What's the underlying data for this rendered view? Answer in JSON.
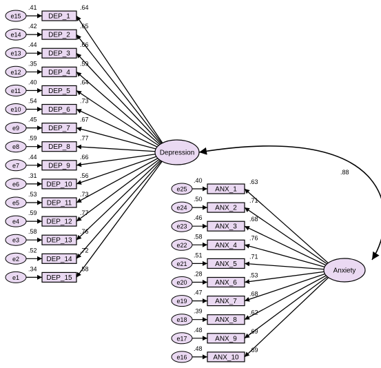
{
  "depression": {
    "label": "Depression",
    "indicators": [
      {
        "error": "e15",
        "item": "DEP_1",
        "r2": ".41",
        "loading": ".64"
      },
      {
        "error": "e14",
        "item": "DEP_2",
        "r2": ".42",
        "loading": ".65"
      },
      {
        "error": "e13",
        "item": "DEP_3",
        "r2": ".44",
        "loading": ".66"
      },
      {
        "error": "e12",
        "item": "DEP_4",
        "r2": ".35",
        "loading": ".59"
      },
      {
        "error": "e11",
        "item": "DEP_5",
        "r2": ".40",
        "loading": ".64"
      },
      {
        "error": "e10",
        "item": "DEP_6",
        "r2": ".54",
        "loading": ".73"
      },
      {
        "error": "e9",
        "item": "DEP_7",
        "r2": ".45",
        "loading": ".67"
      },
      {
        "error": "e8",
        "item": "DEP_8",
        "r2": ".59",
        "loading": ".77"
      },
      {
        "error": "e7",
        "item": "DEP_9",
        "r2": ".44",
        "loading": ".66"
      },
      {
        "error": "e6",
        "item": "DEP_10",
        "r2": ".31",
        "loading": ".56"
      },
      {
        "error": "e5",
        "item": "DEP_11",
        "r2": ".53",
        "loading": ".73"
      },
      {
        "error": "e4",
        "item": "DEP_12",
        "r2": ".59",
        "loading": ".77"
      },
      {
        "error": "e3",
        "item": "DEP_13",
        "r2": ".58",
        "loading": ".76"
      },
      {
        "error": "e2",
        "item": "DEP_14",
        "r2": ".52",
        "loading": ".72"
      },
      {
        "error": "e1",
        "item": "DEP_15",
        "r2": ".34",
        "loading": ".58"
      }
    ]
  },
  "anxiety": {
    "label": "Anxiety",
    "indicators": [
      {
        "error": "e25",
        "item": "ANX_1",
        "r2": ".40",
        "loading": ".63"
      },
      {
        "error": "e24",
        "item": "ANX_2",
        "r2": ".50",
        "loading": ".71"
      },
      {
        "error": "e23",
        "item": "ANX_3",
        "r2": ".46",
        "loading": ".68"
      },
      {
        "error": "e22",
        "item": "ANX_4",
        "r2": ".58",
        "loading": ".76"
      },
      {
        "error": "e21",
        "item": "ANX_5",
        "r2": ".51",
        "loading": ".71"
      },
      {
        "error": "e20",
        "item": "ANX_6",
        "r2": ".28",
        "loading": ".53"
      },
      {
        "error": "e19",
        "item": "ANX_7",
        "r2": ".47",
        "loading": ".68"
      },
      {
        "error": "e18",
        "item": "ANX_8",
        "r2": ".39",
        "loading": ".62"
      },
      {
        "error": "e17",
        "item": "ANX_9",
        "r2": ".48",
        "loading": ".69"
      },
      {
        "error": "e16",
        "item": "ANX_10",
        "r2": ".48",
        "loading": ".69"
      }
    ]
  },
  "correlation": ".88",
  "colors": {
    "node_fill": "#ead9f2",
    "stroke": "#000000"
  }
}
